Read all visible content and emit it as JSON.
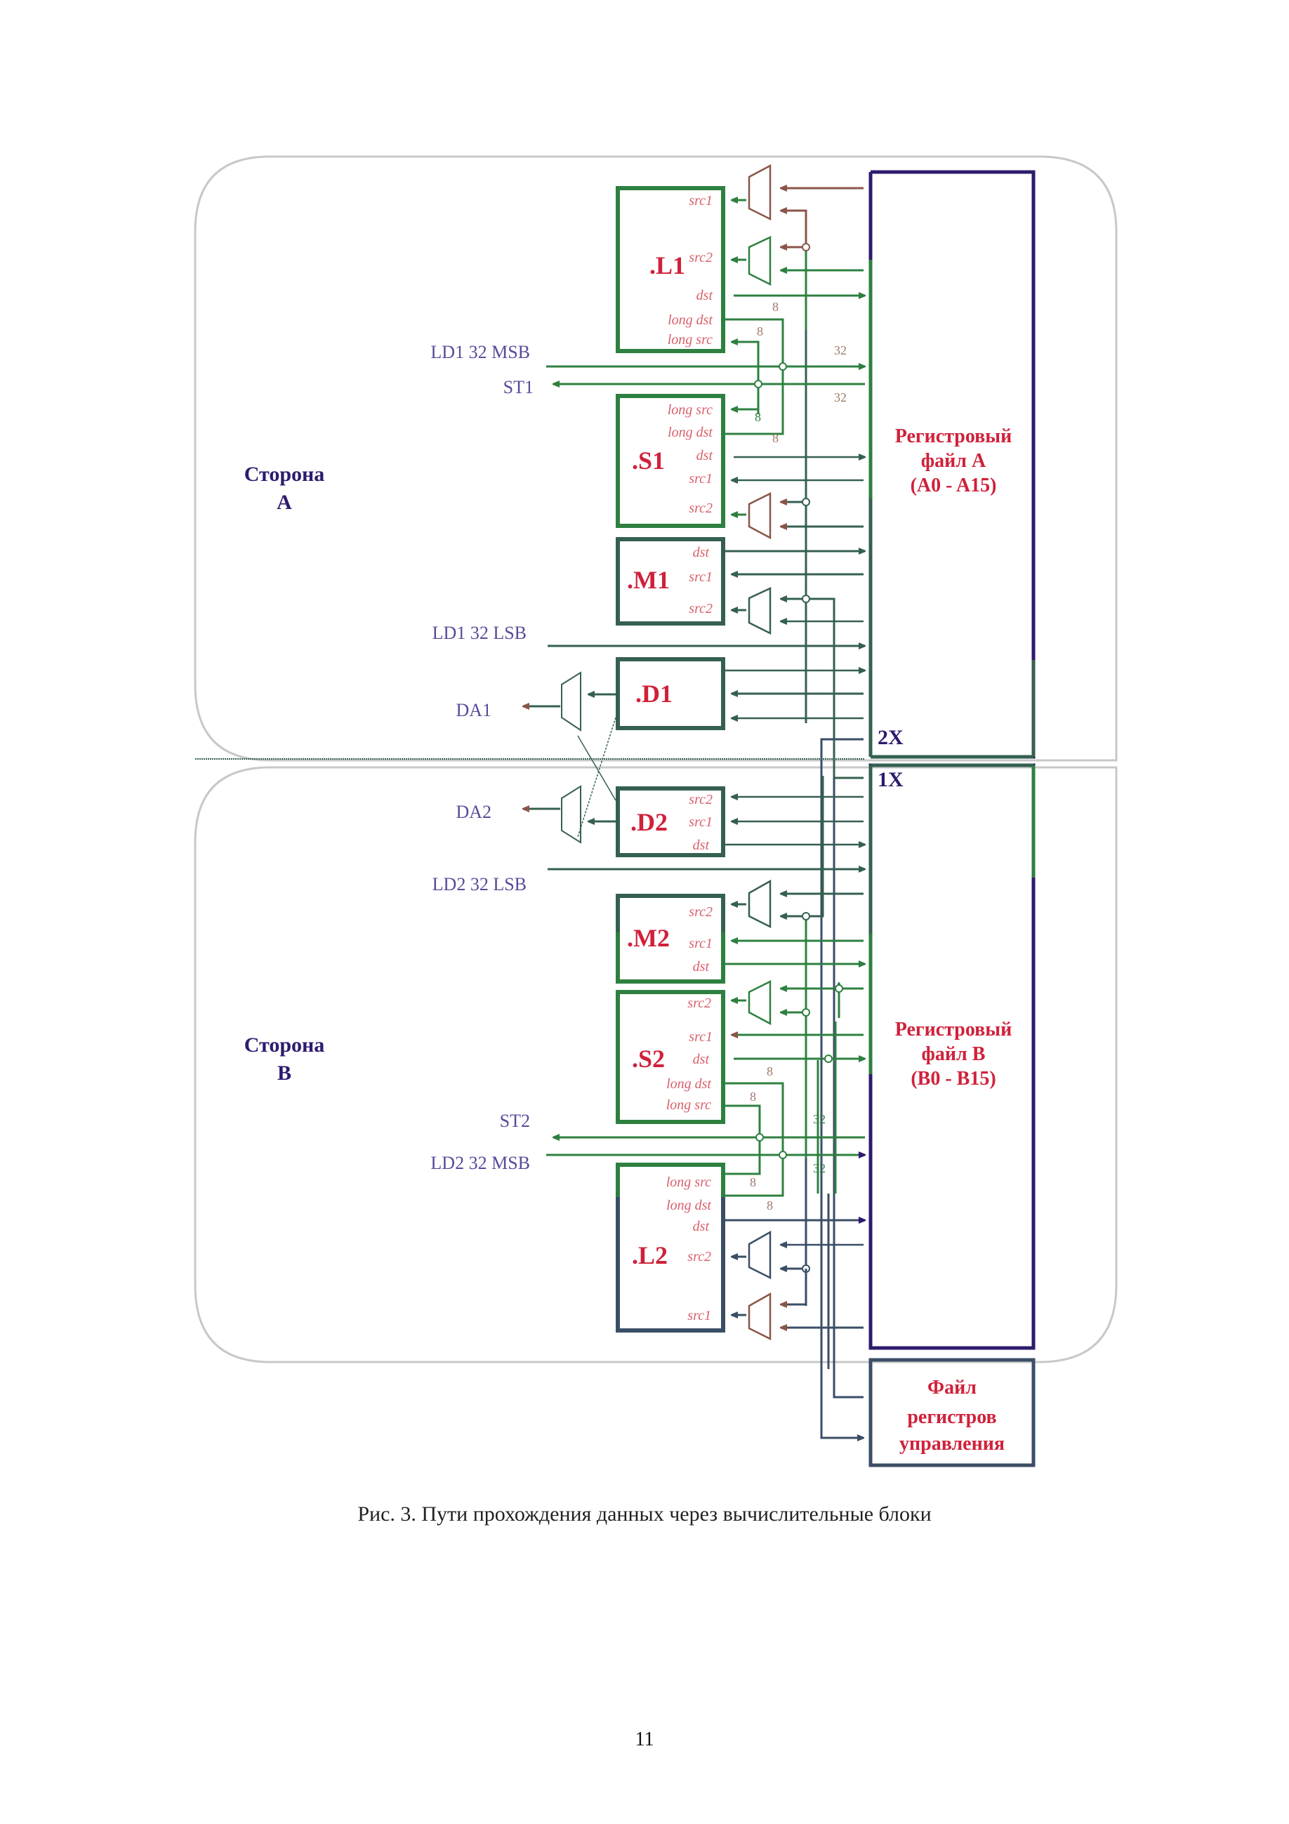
{
  "figure": {
    "caption": "Рис. 3. Пути прохождения данных через вычислительные блоки",
    "page_number": "11"
  },
  "sides": {
    "a": {
      "line1": "Сторона",
      "line2": "A"
    },
    "b": {
      "line1": "Сторона",
      "line2": "B"
    }
  },
  "register_files": {
    "a": {
      "line1": "Регистровый",
      "line2": "файл A",
      "line3": "(A0 - A15)"
    },
    "b": {
      "line1": "Регистровый",
      "line2": "файл B",
      "line3": "(B0 - B15)"
    },
    "control": {
      "line1": "Файл",
      "line2": "регистров",
      "line3": "управления"
    }
  },
  "cross_paths": {
    "two_x": "2X",
    "one_x": "1X"
  },
  "buses": {
    "ld1_msb": "LD1 32 MSB",
    "st1": "ST1",
    "ld1_lsb": "LD1 32 LSB",
    "da1": "DA1",
    "da2": "DA2",
    "ld2_lsb": "LD2 32 LSB",
    "st2": "ST2",
    "ld2_msb": "LD2 32 MSB"
  },
  "bus_widths": {
    "narrow": "8",
    "wide": "32"
  },
  "units": {
    "l1": {
      "name": ".L1",
      "ports": [
        "src1",
        "src2",
        "dst",
        "long dst",
        "long src"
      ]
    },
    "s1": {
      "name": ".S1",
      "ports": [
        "long src",
        "long dst",
        "dst",
        "src1",
        "src2"
      ]
    },
    "m1": {
      "name": ".M1",
      "ports": [
        "dst",
        "src1",
        "src2"
      ]
    },
    "d1": {
      "name": ".D1",
      "ports": []
    },
    "d2": {
      "name": ".D2",
      "ports": [
        "src2",
        "src1",
        "dst"
      ]
    },
    "m2": {
      "name": ".M2",
      "ports": [
        "src2",
        "src1",
        "dst"
      ]
    },
    "s2": {
      "name": ".S2",
      "ports": [
        "src2",
        "src1",
        "dst",
        "long dst",
        "long src"
      ]
    },
    "l2": {
      "name": ".L2",
      "ports": [
        "long src",
        "long dst",
        "dst",
        "src2",
        "src1"
      ]
    }
  },
  "colors": {
    "green": "#2e8040",
    "dark_green": "#356050",
    "navy": "#3a4e66",
    "purple": "#2e1a6e",
    "brown": "#8a5548",
    "red": "#d0213a"
  }
}
